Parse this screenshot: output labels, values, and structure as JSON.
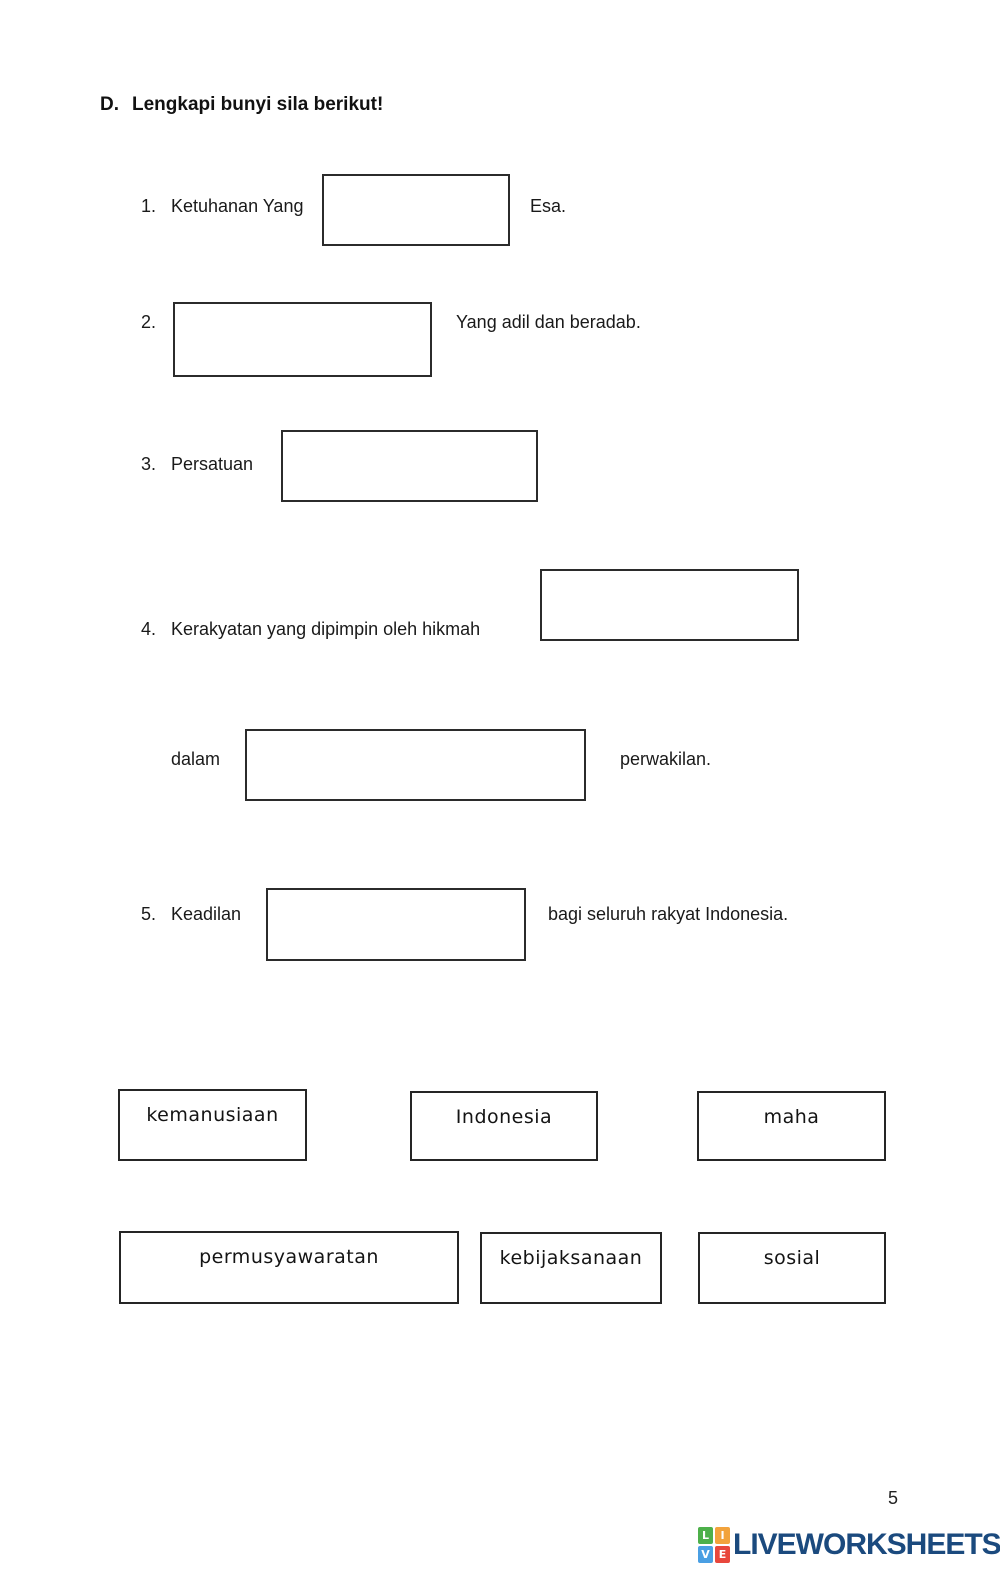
{
  "header": {
    "prefix": "D.",
    "title": "Lengkapi bunyi sila berikut!"
  },
  "questions": [
    {
      "num": "1.",
      "before": "Ketuhanan Yang",
      "after": "Esa."
    },
    {
      "num": "2.",
      "before": "",
      "after": "Yang adil dan beradab."
    },
    {
      "num": "3.",
      "before": "Persatuan",
      "after": ""
    },
    {
      "num": "4.",
      "before": "Kerakyatan yang dipimpin oleh hikmah",
      "after": ""
    },
    {
      "num": "",
      "before": "dalam",
      "after": "perwakilan."
    },
    {
      "num": "5.",
      "before": "Keadilan",
      "after": "bagi seluruh rakyat Indonesia."
    }
  ],
  "word_bank": [
    {
      "label": "kemanusiaan"
    },
    {
      "label": "Indonesia"
    },
    {
      "label": "maha"
    },
    {
      "label": "permusyawaratan"
    },
    {
      "label": "kebijaksanaan"
    },
    {
      "label": "sosial"
    }
  ],
  "page_number": "5",
  "footer": {
    "brand": "LIVEWORKSHEETS",
    "brand_color": "#1b4a7e",
    "logo_squares": [
      {
        "letter": "L",
        "color": "#4db04a"
      },
      {
        "letter": "I",
        "color": "#f2a33c"
      },
      {
        "letter": "V",
        "color": "#4a9fe3"
      },
      {
        "letter": "E",
        "color": "#e8473c"
      }
    ]
  }
}
